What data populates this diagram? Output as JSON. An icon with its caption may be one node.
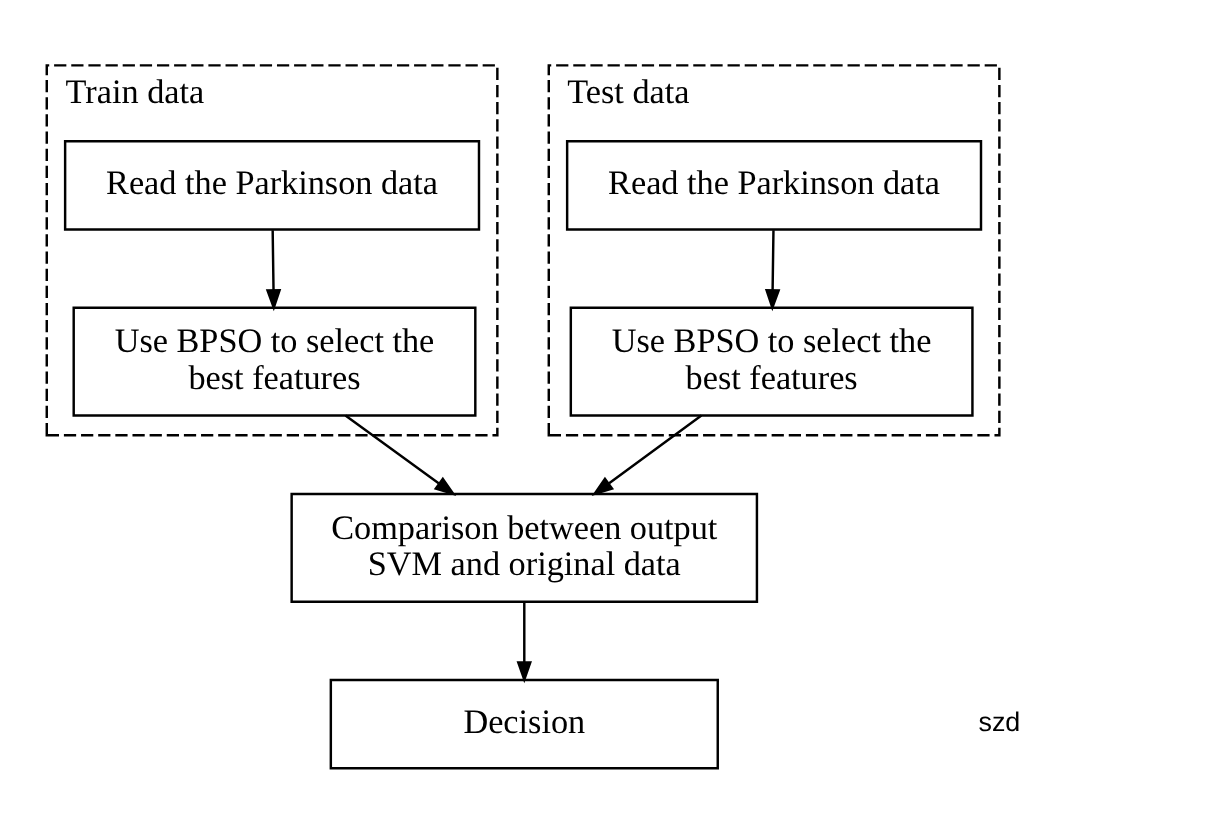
{
  "diagram": {
    "nodes": [
      {
        "text": [
          "Train data"
        ]
      },
      {
        "text": [
          "Read the Parkinson data"
        ],
        "in": 0
      },
      {
        "text": [
          "Use BPSO to select the best features"
        ],
        "in": 0
      },
      {
        "text": [
          "Test data"
        ]
      },
      {
        "text": [
          "Read the Parkinson data"
        ],
        "in": 3
      },
      {
        "text": [
          "Use BPSO to select the best features"
        ],
        "in": 3
      },
      {
        "text": [
          "Comparison between output SVM and original data"
        ]
      },
      {
        "text": [
          "Decision"
        ]
      }
    ],
    "edges": [
      {
        "from": 1,
        "to": 2,
        "arrow": "to"
      },
      {
        "from": 4,
        "to": 5,
        "arrow": "to"
      },
      {
        "from": 2,
        "to": 6,
        "arrow": "to"
      },
      {
        "from": 5,
        "to": 6,
        "arrow": "to"
      },
      {
        "from": 6,
        "to": 7,
        "arrow": "to"
      }
    ],
    "labels": [
      "szd"
    ]
  }
}
